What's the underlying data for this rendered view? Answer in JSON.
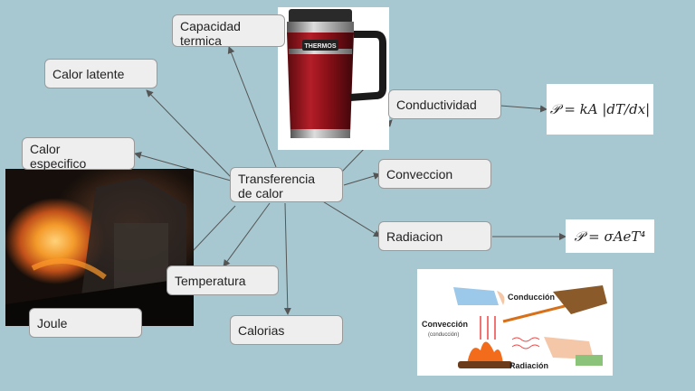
{
  "diagram": {
    "center": "Transferencia\nde calor",
    "nodes": {
      "capacidad": "Capacidad\ntermica",
      "calor_latente": "Calor latente",
      "calor_especifico": "Calor\nespecifico",
      "conductividad": "Conductividad",
      "conveccion": "Conveccion",
      "radiacion": "Radiacion",
      "temperatura": "Temperatura",
      "calorias": "Calorias",
      "joule": "Joule"
    },
    "formulas": {
      "conductividad": "𝒫 = kA |dT/dx|",
      "radiacion": "𝒫 = σAeT⁴"
    },
    "images": {
      "mug_brand": "THERMOS",
      "heat_transfer_labels": {
        "conduccion": "Conducción",
        "conveccion": "Convección",
        "conveccion_sub": "(conducción)",
        "radiacion": "Radiación"
      }
    }
  }
}
